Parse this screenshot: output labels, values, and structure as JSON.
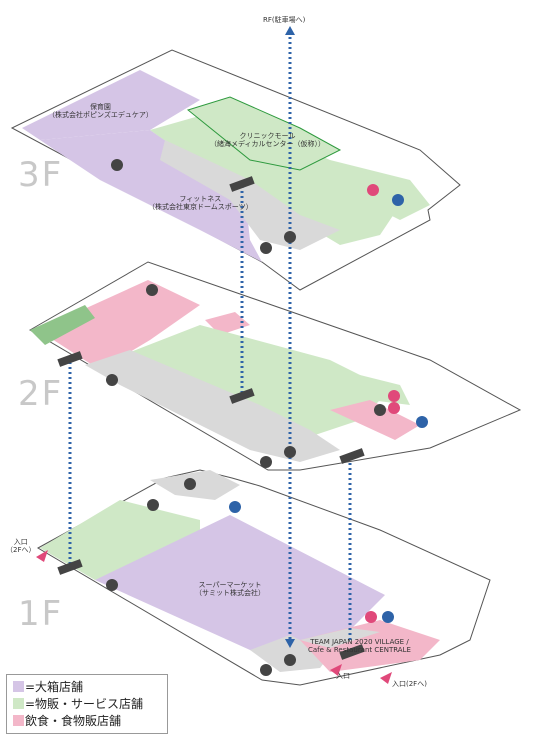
{
  "title_rf": "RF(駐車場へ)",
  "floors": {
    "f3": "3F",
    "f2": "2F",
    "f1": "1F"
  },
  "labels": {
    "nursery_1": "保育園",
    "nursery_2": "（株式会社ポピンズエデュケア）",
    "clinic_1": "クリニックモール",
    "clinic_2": "（緒海メディカルセンター（仮称））",
    "fitness_1": "フィットネス",
    "fitness_2": "（株式会社東京ドームスポーツ）",
    "super_1": "スーパーマーケット",
    "super_2": "（サミット株式会社）",
    "village_1": "TEAM JAPAN 2020 VILLAGE /",
    "village_2": "Cafe & Restaurant CENTRALE",
    "entrance_2f_1": "入口",
    "entrance_2f_2": "（2Fへ）",
    "entrance": "入口",
    "entrance_2f_b": "入口(2Fへ)"
  },
  "legend": [
    {
      "label": "=大箱店舗",
      "color": "#d5c5e6"
    },
    {
      "label": "=物販・サービス店舗",
      "color": "#cfe8c6"
    },
    {
      "label": "飲食・食物販店舗",
      "color": "#f3b7c9"
    }
  ],
  "colors": {
    "floor": "#ffffff",
    "outline": "#555555",
    "corridor": "#d9d9d9",
    "dots": "#2e63a8",
    "icon": "#444444",
    "entry": "#e0497a"
  }
}
